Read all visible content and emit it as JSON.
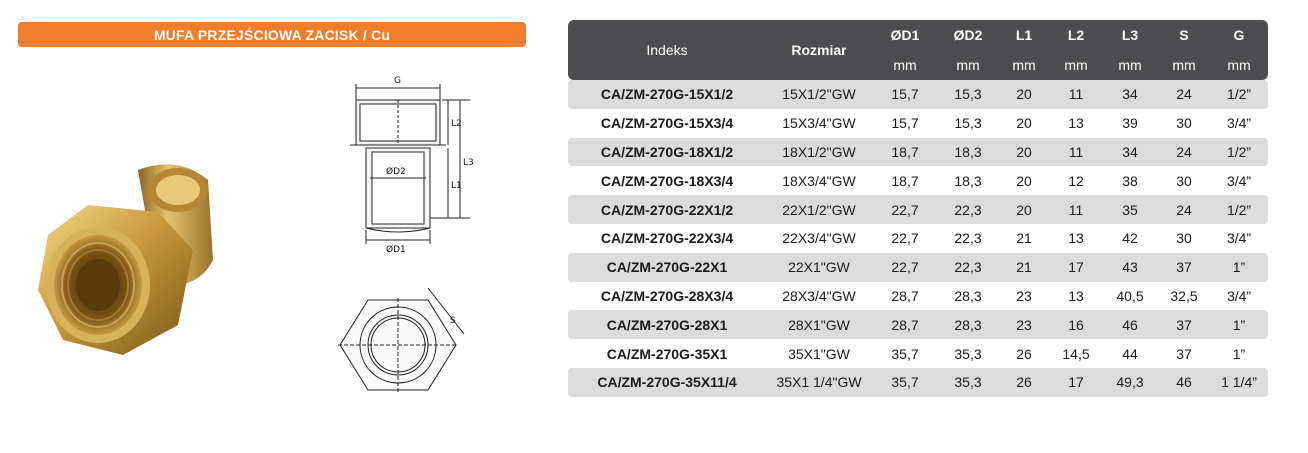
{
  "title": "MUFA PRZEJŚCIOWA ZACISK / Cu",
  "drawing_labels": {
    "g": "G",
    "l2": "L2",
    "l3": "L3",
    "l1": "L1",
    "d2": "ØD2",
    "d1": "ØD1",
    "s": "S"
  },
  "table": {
    "headers": {
      "indeks": "Indeks",
      "rozmiar": "Rozmiar",
      "d1": "ØD1",
      "d2": "ØD2",
      "l1": "L1",
      "l2": "L2",
      "l3": "L3",
      "s": "S",
      "g": "G"
    },
    "units": {
      "d1": "mm",
      "d2": "mm",
      "l1": "mm",
      "l2": "mm",
      "l3": "mm",
      "s": "mm",
      "g": "mm"
    },
    "rows": [
      [
        "CA/ZM-270G-15X1/2",
        "15X1/2\"GW",
        "15,7",
        "15,3",
        "20",
        "11",
        "34",
        "24",
        "1/2”"
      ],
      [
        "CA/ZM-270G-15X3/4",
        "15X3/4\"GW",
        "15,7",
        "15,3",
        "20",
        "13",
        "39",
        "30",
        "3/4”"
      ],
      [
        "CA/ZM-270G-18X1/2",
        "18X1/2\"GW",
        "18,7",
        "18,3",
        "20",
        "11",
        "34",
        "24",
        "1/2”"
      ],
      [
        "CA/ZM-270G-18X3/4",
        "18X3/4\"GW",
        "18,7",
        "18,3",
        "20",
        "12",
        "38",
        "30",
        "3/4”"
      ],
      [
        "CA/ZM-270G-22X1/2",
        "22X1/2\"GW",
        "22,7",
        "22,3",
        "20",
        "11",
        "35",
        "24",
        "1/2”"
      ],
      [
        "CA/ZM-270G-22X3/4",
        "22X3/4\"GW",
        "22,7",
        "22,3",
        "21",
        "13",
        "42",
        "30",
        "3/4”"
      ],
      [
        "CA/ZM-270G-22X1",
        "22X1\"GW",
        "22,7",
        "22,3",
        "21",
        "17",
        "43",
        "37",
        "1”"
      ],
      [
        "CA/ZM-270G-28X3/4",
        "28X3/4\"GW",
        "28,7",
        "28,3",
        "23",
        "13",
        "40,5",
        "32,5",
        "3/4”"
      ],
      [
        "CA/ZM-270G-28X1",
        "28X1\"GW",
        "28,7",
        "28,3",
        "23",
        "16",
        "46",
        "37",
        "1”"
      ],
      [
        "CA/ZM-270G-35X1",
        "35X1\"GW",
        "35,7",
        "35,3",
        "26",
        "14,5",
        "44",
        "37",
        "1”"
      ],
      [
        "CA/ZM-270G-35X11/4",
        "35X1 1/4\"GW",
        "35,7",
        "35,3",
        "26",
        "17",
        "49,3",
        "46",
        "1 1/4”"
      ]
    ]
  },
  "colors": {
    "title_bg": "#ef7d2b",
    "header_bg": "#4d4d4f",
    "row_shade": "#dcdcdc",
    "brass": "#c9a24a"
  }
}
